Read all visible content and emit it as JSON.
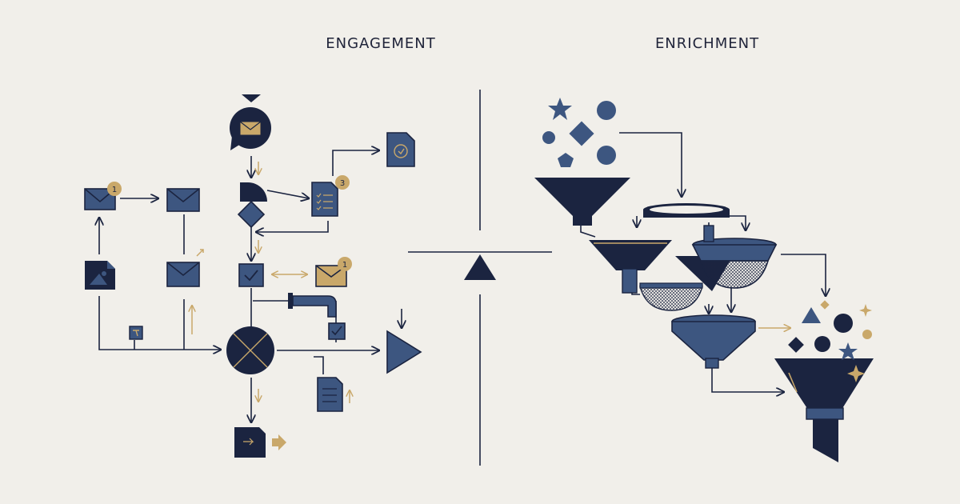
{
  "headings": {
    "left": "ENGAGEMENT",
    "right": "ENRICHMENT"
  },
  "badges": {
    "envelope_left": "1",
    "checklist_doc": "3",
    "envelope_gold": "1"
  },
  "colors": {
    "background": "#f1efea",
    "navy": "#1b2440",
    "slate_blue": "#3d5680",
    "gold": "#c9a86a",
    "line": "#1b2440"
  }
}
